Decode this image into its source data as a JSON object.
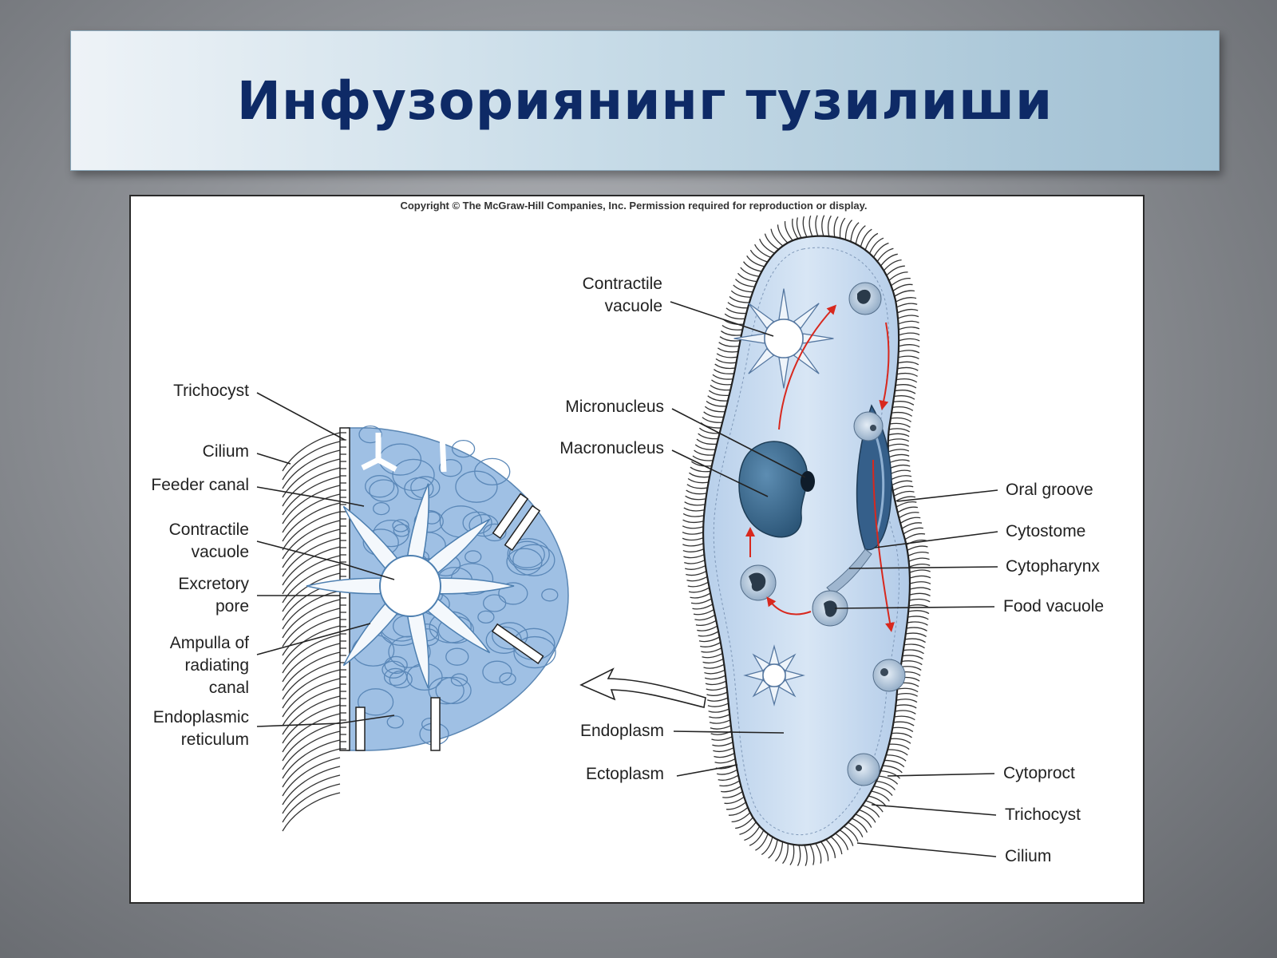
{
  "title": "Инфузориянинг тузилиши",
  "copyright": "Copyright © The McGraw-Hill Companies, Inc. Permission required for reproduction or display.",
  "colors": {
    "cell_fill": "#c9dbf0",
    "cell_fill_dark": "#9fbbe0",
    "nucleus": "#3d6f96",
    "title_text": "#0e2a66"
  },
  "left_labels": {
    "trichocyst": "Trichocyst",
    "cilium": "Cilium",
    "feeder_canal": "Feeder canal",
    "contractile_vacuole": [
      "Contractile",
      "vacuole"
    ],
    "excretory_pore": [
      "Excretory",
      "pore"
    ],
    "ampulla": [
      "Ampulla of",
      "radiating",
      "canal"
    ],
    "endoplasmic_reticulum": [
      "Endoplasmic",
      "reticulum"
    ]
  },
  "right_labels": {
    "contractile_vacuole": [
      "Contractile",
      "vacuole"
    ],
    "micronucleus": "Micronucleus",
    "macronucleus": "Macronucleus",
    "endoplasm": "Endoplasm",
    "ectoplasm": "Ectoplasm",
    "oral_groove": "Oral groove",
    "cytostome": "Cytostome",
    "cytopharynx": "Cytopharynx",
    "food_vacuole": "Food vacuole",
    "cytoproct": "Cytoproct",
    "trichocyst": "Trichocyst",
    "cilium": "Cilium"
  }
}
